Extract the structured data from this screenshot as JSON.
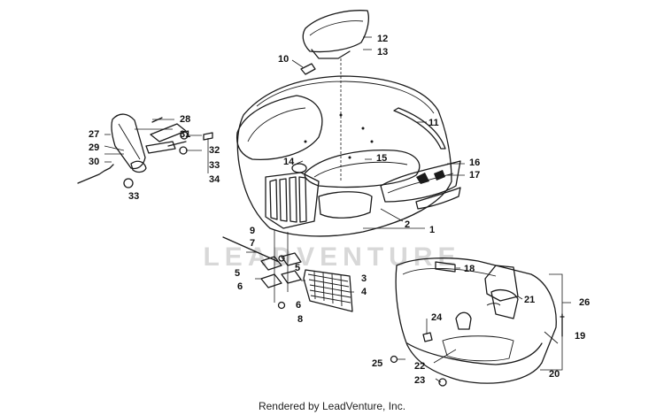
{
  "watermark": "LEADVENTURE",
  "footer": "Rendered by LeadVenture, Inc.",
  "callouts": {
    "c1": "1",
    "c2": "2",
    "c3": "3",
    "c4": "4",
    "c5a": "5",
    "c5b": "5",
    "c6a": "6",
    "c6b": "6",
    "c7": "7",
    "c8": "8",
    "c9": "9",
    "c10": "10",
    "c11": "11",
    "c12": "12",
    "c13": "13",
    "c14": "14",
    "c15": "15",
    "c16": "16",
    "c17": "17",
    "c18": "18",
    "c19": "19",
    "c20": "20",
    "c21": "21",
    "c22": "22",
    "c23": "23",
    "c24": "24",
    "c25": "25",
    "c26": "26",
    "c27": "27",
    "c28": "28",
    "c29": "29",
    "c30": "30",
    "c31": "31",
    "c32": "32",
    "c33a": "33",
    "c33b": "33",
    "c34": "34"
  }
}
